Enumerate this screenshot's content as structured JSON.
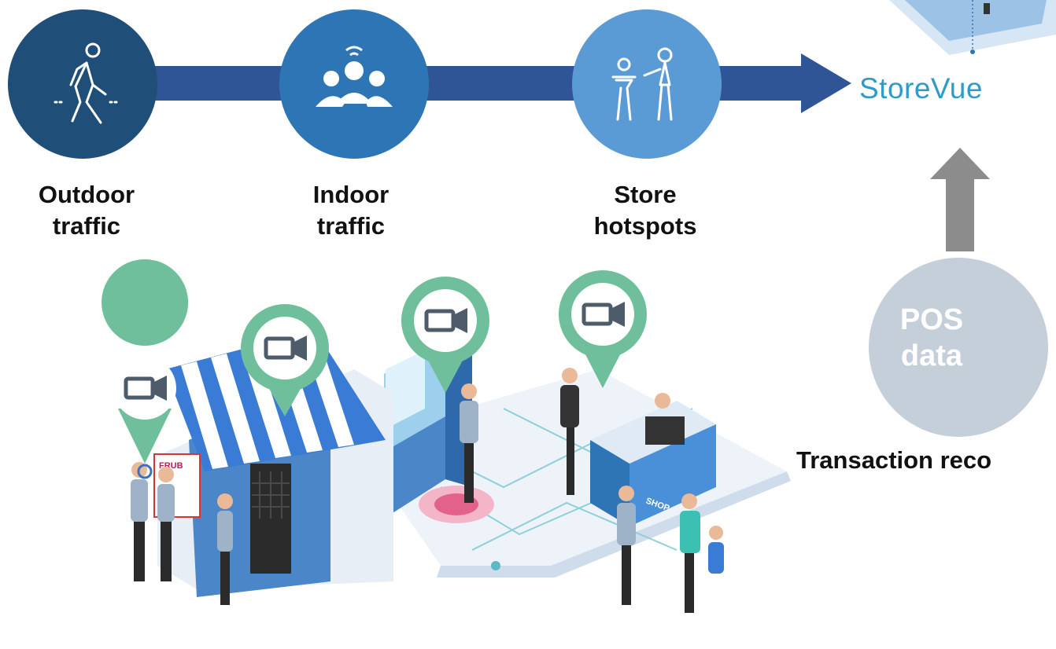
{
  "stages": [
    {
      "line1": "Outdoor",
      "line2": "traffic",
      "icon": "pedestrian-icon"
    },
    {
      "line1": "Indoor",
      "line2": "traffic",
      "icon": "group-people-icon"
    },
    {
      "line1": "Store",
      "line2": "hotspots",
      "icon": "shopper-at-display-icon"
    }
  ],
  "brand": {
    "name": "StoreVue"
  },
  "pos": {
    "line1": "POS",
    "line2": "data"
  },
  "transaction": {
    "label": "Transaction reco"
  },
  "illustration": {
    "shop_sign": "SHOP",
    "poster_text": "FRUB"
  },
  "colors": {
    "circle1": "#1f4e79",
    "circle2": "#2e75b6",
    "circle3": "#5b9bd5",
    "arrow": "#2f5597",
    "pin": "#6fbf9c",
    "pos_circle": "#c5cfda",
    "grey_arrow": "#8c8c8c",
    "brand": "#2e9bc9"
  }
}
